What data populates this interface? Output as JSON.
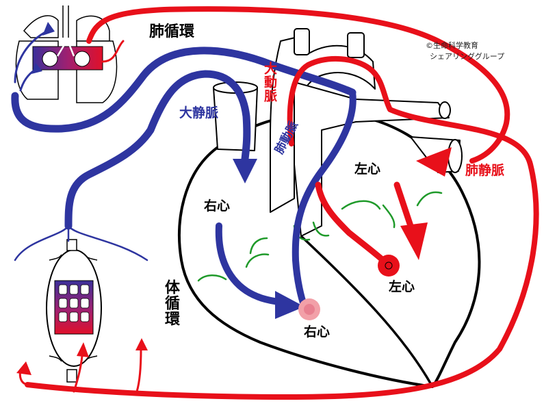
{
  "labels": {
    "pulmonary_circulation": "肺循環",
    "systemic_circulation": "体循環",
    "vena_cava": "大静脈",
    "aorta": "大動脈",
    "pulmonary_artery": "肺動脈",
    "pulmonary_vein": "肺静脈",
    "right_atrium": "右心",
    "right_ventricle": "右心",
    "left_atrium": "左心",
    "left_ventricle": "左心"
  },
  "credit": {
    "line1": "©生命科学教育",
    "line2": "シェアリンググループ"
  },
  "colors": {
    "venous": "#2e35a0",
    "arterial": "#e8101a",
    "label_blue": "#2e35a0",
    "label_red": "#e8101a",
    "valve": "#1f9a2a",
    "outline": "#000000"
  }
}
